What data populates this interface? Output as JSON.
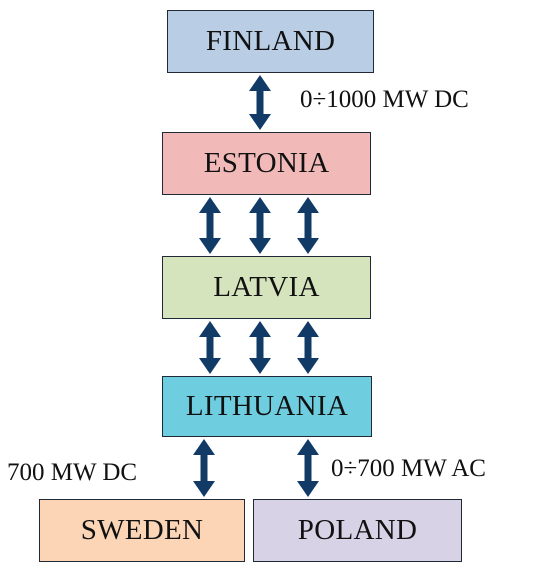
{
  "nodes": {
    "finland": {
      "label": "FINLAND",
      "color": "#b9cde4"
    },
    "estonia": {
      "label": "ESTONIA",
      "color": "#f2b9b9"
    },
    "latvia": {
      "label": "LATVIA",
      "color": "#d6e4bd"
    },
    "lithuania": {
      "label": "LITHUANIA",
      "color": "#6fcde0"
    },
    "sweden": {
      "label": "SWEDEN",
      "color": "#fbd5b6"
    },
    "poland": {
      "label": "POLAND",
      "color": "#d8d2e6"
    }
  },
  "links": {
    "finland_estonia": "0÷1000 MW DC",
    "lithuania_sweden": "700 MW DC",
    "lithuania_poland": "0÷700 MW AC"
  },
  "arrow_color": "#123a66"
}
